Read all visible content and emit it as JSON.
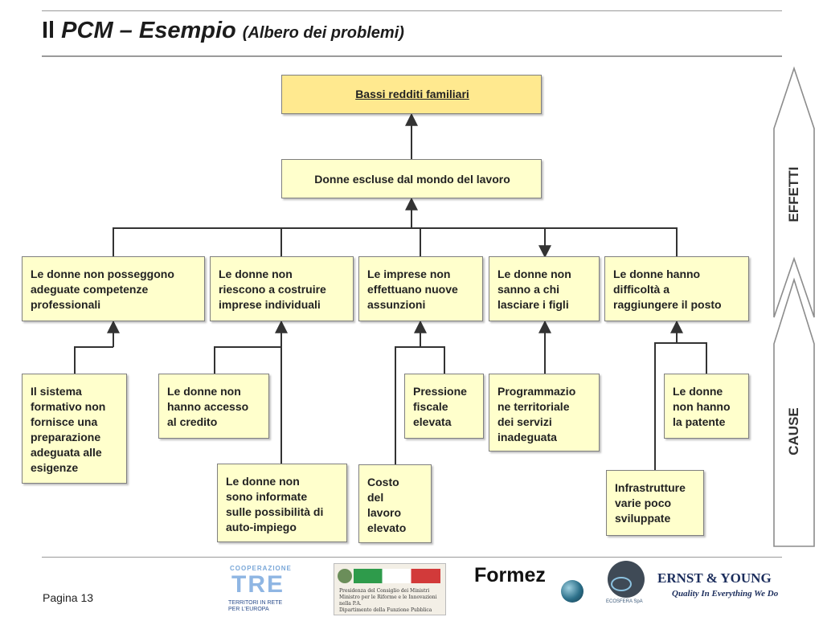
{
  "slide": {
    "title": {
      "part1": "Il ",
      "pcm": "PCM",
      "part2": " – Esempio ",
      "subtitle": "(Albero dei problemi)"
    },
    "page_number": "Pagina 13"
  },
  "problem_tree": {
    "core_problem": "Bassi redditi familiari",
    "main_cause": "Donne escluse dal mondo del lavoro",
    "direct_causes": [
      "Le donne non posseggono adeguate competenze professionali",
      "Le donne non riescono a costruire imprese individuali",
      "Le imprese non effettuano nuove assunzioni",
      "Le donne non sanno a chi lasciare i figli",
      "Le donne hanno difficoltà a raggiungere il posto"
    ],
    "root_causes": [
      "Il sistema formativo non fornisce una preparazione adeguata alle esigenze",
      "Le donne non hanno accesso al credito",
      "Le donne non sono informate sulle possibilità di auto-impiego",
      "Pressione fiscale elevata",
      "Costo del lavoro elevato",
      "Programmazione territoriale dei servizi inadeguata",
      "Le donne non hanno la patente",
      "Infrastrutture varie poco sviluppate"
    ],
    "box_text": {
      "d0": "Le donne non posseggono\nadeguate competenze\nprofessionali",
      "d1": "Le donne non\nriescono a costruire\nimprese individuali",
      "d2": "Le imprese non\neffettuano nuove\nassunzioni",
      "d3": "Le donne non\nsanno a chi\nlasciare i figli",
      "d4": "Le donne hanno\ndifficoltà a\nraggiungere il posto",
      "r0": "Il sistema\nformativo non\nfornisce una\npreparazione\nadeguata alle\nesigenze",
      "r1": "Le donne non\nhanno accesso\nal credito",
      "r2": "Le donne non\nsono informate\nsulle possibilità di\nauto-impiego",
      "r3": "Pressione\nfiscale\nelevata",
      "r4": "Costo\ndel\nlavoro\nelevato",
      "r5": "Programmazio\nne territoriale\ndei servizi\ninadeguata",
      "r6": "Le donne\nnon hanno\nla patente",
      "r7": "Infrastrutture\nvarie poco\nsviluppate"
    },
    "side_labels": {
      "effects": "EFFETTI",
      "causes": "CAUSE"
    },
    "colors": {
      "box_fill": "#ffffcc",
      "top_box_fill": "#ffe98f",
      "connector": "#333333"
    }
  },
  "logos": {
    "cooperazione": {
      "top": "COOPERAZIONE",
      "main": "TRE",
      "bottom": "TERRITORI IN RETE\nPER L'EUROPA"
    },
    "presidenza": {
      "text": "Presidenza del Consiglio dei Ministri\nMinistro per le Riforme e le Innovazioni nella P.A.\nDipartimento della Funzione Pubblica"
    },
    "formez": {
      "name": "Formez"
    },
    "ecosfera": {
      "name": "ECOSFERA SpA"
    },
    "ernst_young": {
      "name": "ERNST & YOUNG",
      "tagline": "Quality In Everything We Do"
    }
  }
}
